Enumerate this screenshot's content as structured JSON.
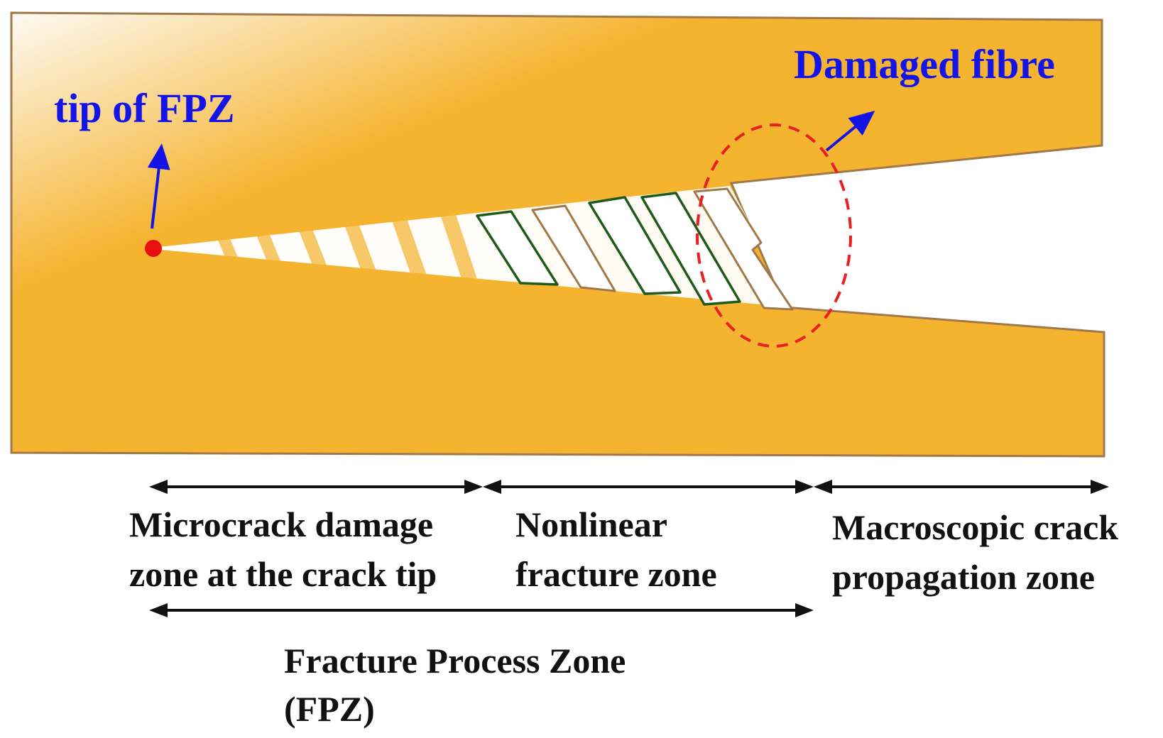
{
  "annotations": {
    "tip_label": "tip of FPZ",
    "fibre_label": "Damaged fibre"
  },
  "zones": {
    "microcrack": [
      "Microcrack damage",
      "zone at the crack tip"
    ],
    "nonlinear": [
      "Nonlinear",
      "fracture zone"
    ],
    "macroscopic": [
      "Macroscopic crack",
      "propagation zone"
    ],
    "fpz": [
      "Fracture Process Zone",
      "(FPZ)"
    ]
  },
  "colors": {
    "specimen": "#f5b430",
    "specimen_light": "#fdf3dc",
    "specimen_edge": "#a0784a",
    "fibre_outline": "#1f5a1a",
    "annotation_arrow": "#1414e6",
    "tip_dot": "#e81010",
    "damage_circle": "#e82020",
    "dimension_arrow": "#111111"
  }
}
